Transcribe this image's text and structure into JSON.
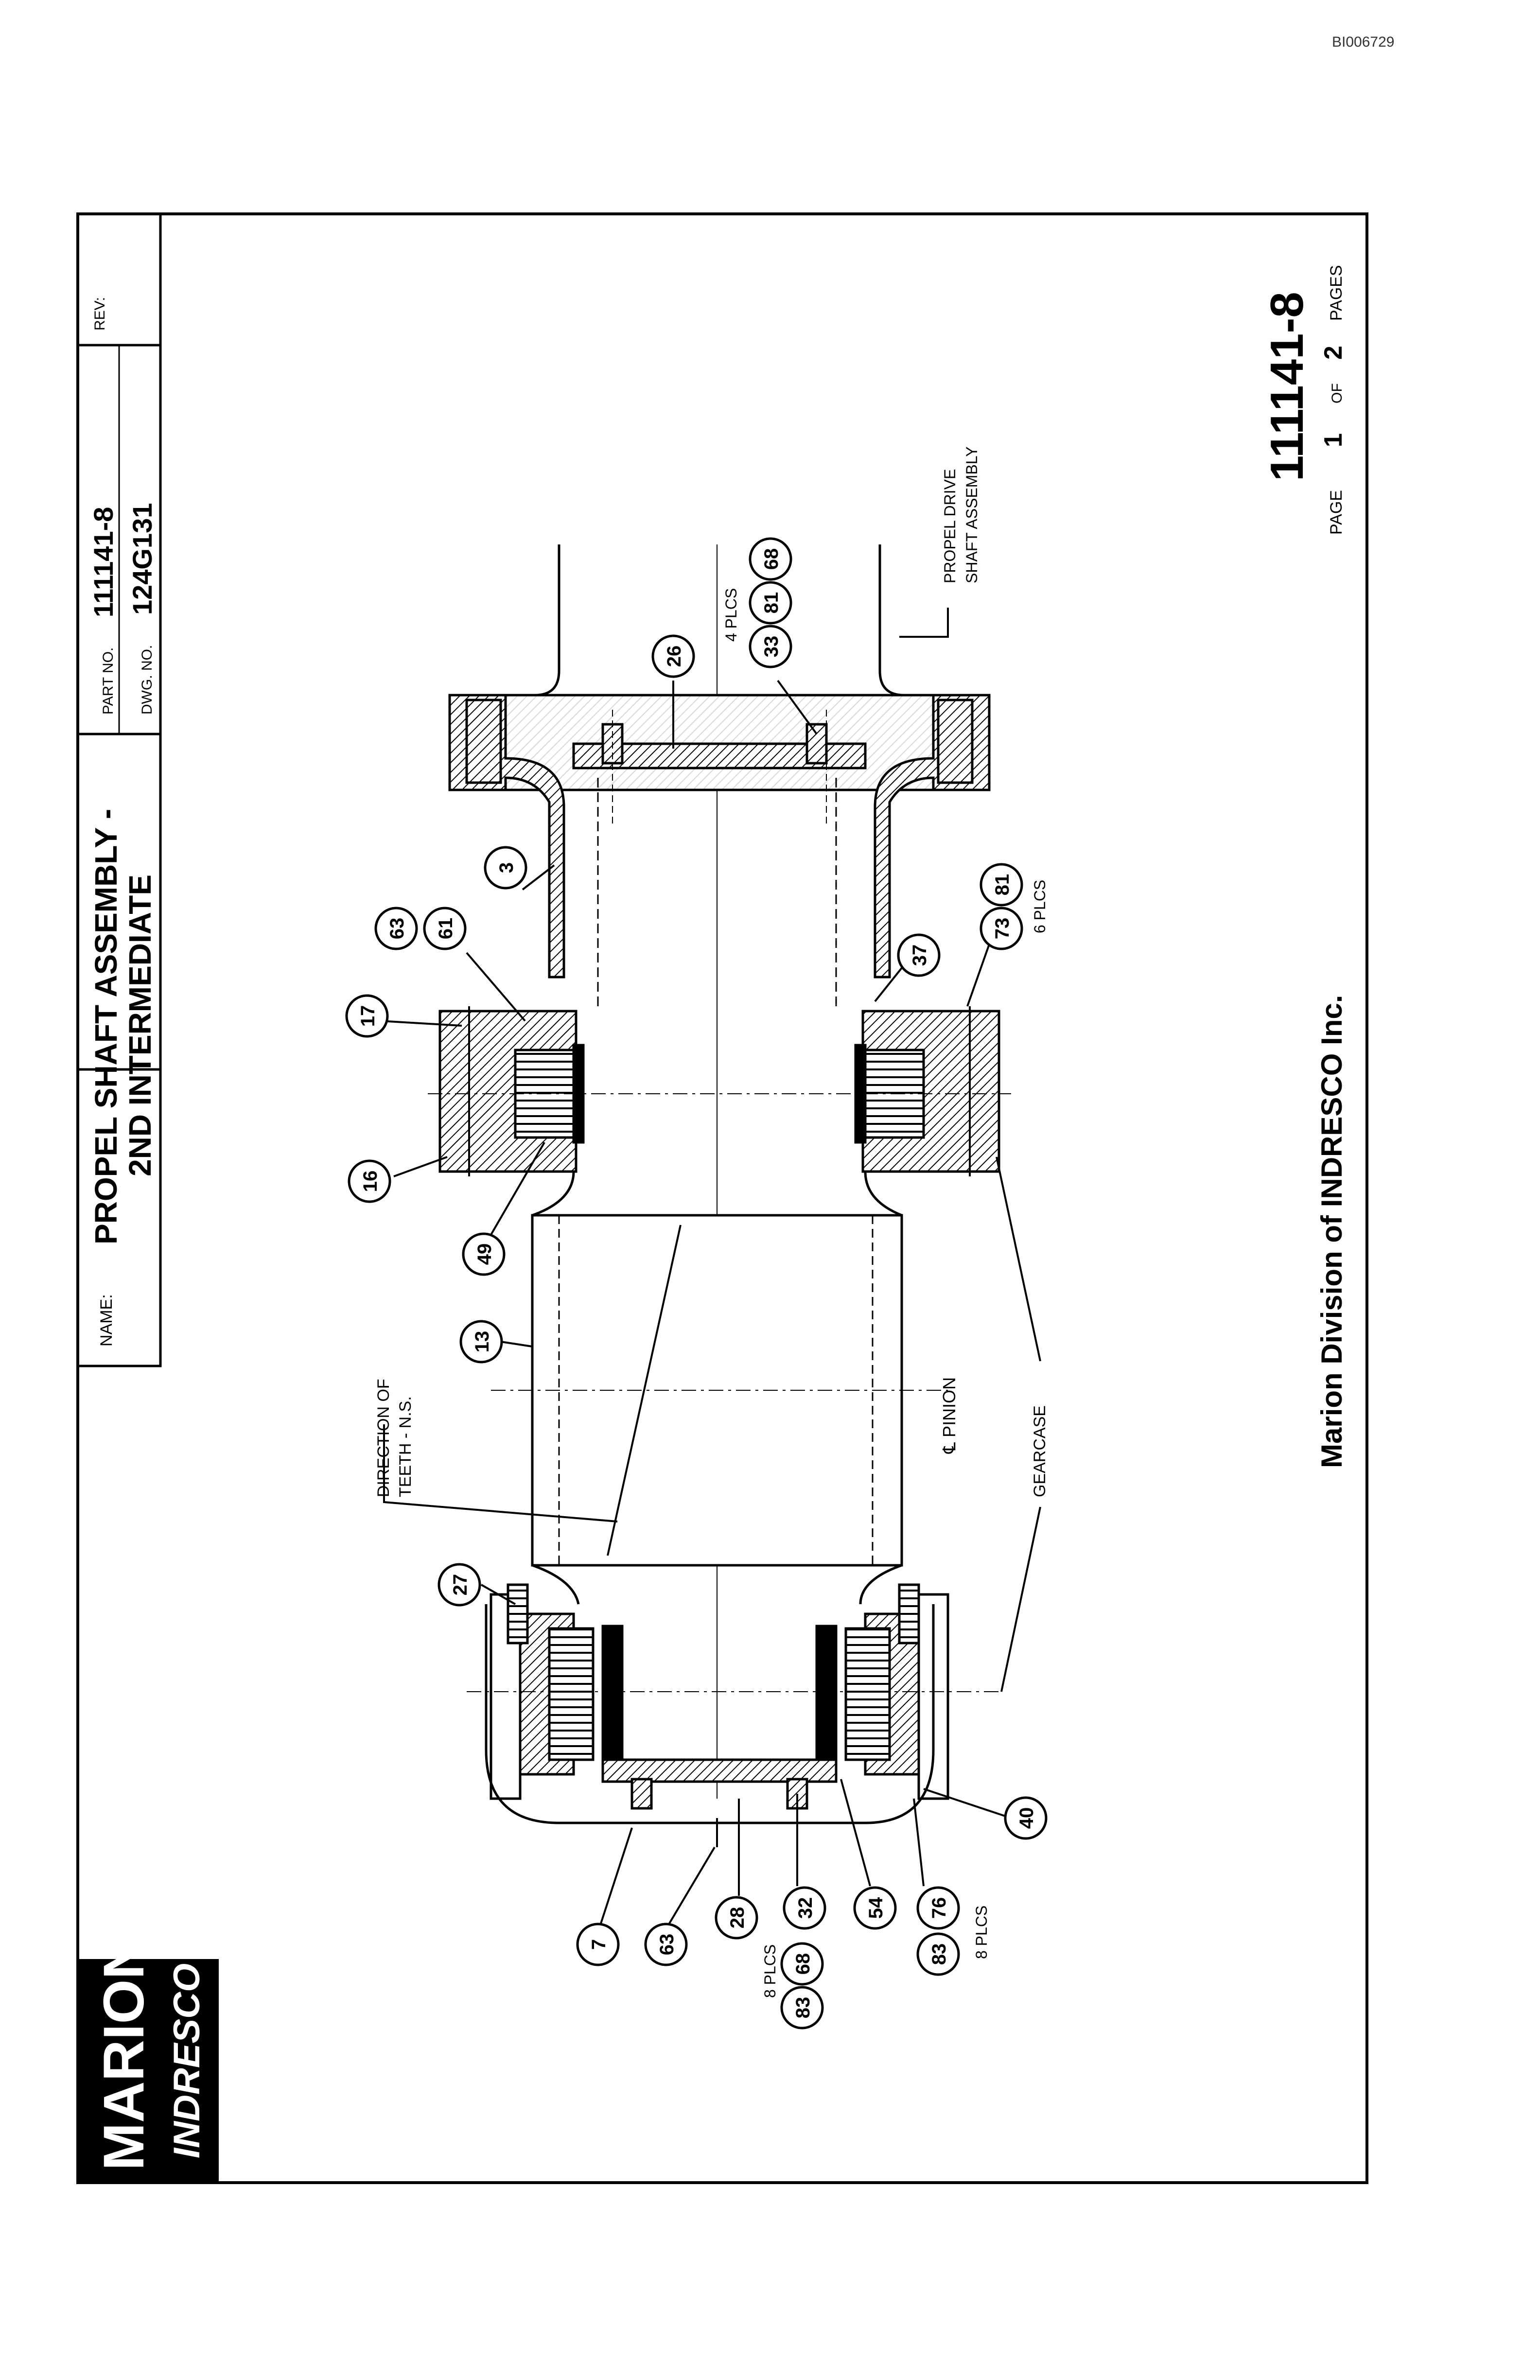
{
  "stamp": "BI006729",
  "title_block": {
    "name_label": "NAME:",
    "title_line1": "PROPEL SHAFT ASSEMBLY -",
    "title_line2": "2ND INTERMEDIATE",
    "part_label": "PART NO.",
    "part_no": "111141-8",
    "dwg_label": "DWG. NO.",
    "dwg_no": "124G131",
    "rev_label": "REV:",
    "logo_top": "MARION",
    "logo_bottom": "INDRESCO"
  },
  "footer": {
    "company": "Marion Division of INDRESCO Inc.",
    "doc_number": "111141-8",
    "page_word": "PAGE",
    "page_num": "1",
    "of_word": "OF",
    "page_total": "2",
    "pages_word": "PAGES"
  },
  "notes": {
    "direction_line1": "DIRECTION OF",
    "direction_line2": "TEETH - N.S.",
    "pinion": "℄ PINION",
    "gearcase": "GEARCASE",
    "propel_line1": "PROPEL DRIVE",
    "propel_line2": "SHAFT ASSEMBLY",
    "plcs_4": "4 PLCS",
    "plcs_6": "6 PLCS",
    "plcs_8a": "8 PLCS",
    "plcs_8b": "8 PLCS"
  },
  "balloons": {
    "b26": "26",
    "b33": "33",
    "b81a": "81",
    "b68a": "68",
    "b3": "3",
    "b37": "37",
    "b73": "73",
    "b81b": "81",
    "b17": "17",
    "b63a": "63",
    "b61": "61",
    "b16": "16",
    "b49": "49",
    "b13": "13",
    "b27": "27",
    "b40": "40",
    "b7": "7",
    "b63b": "63",
    "b28": "28",
    "b32": "32",
    "b54": "54",
    "b83a": "83",
    "b68b": "68",
    "b76": "76",
    "b83b": "83"
  }
}
